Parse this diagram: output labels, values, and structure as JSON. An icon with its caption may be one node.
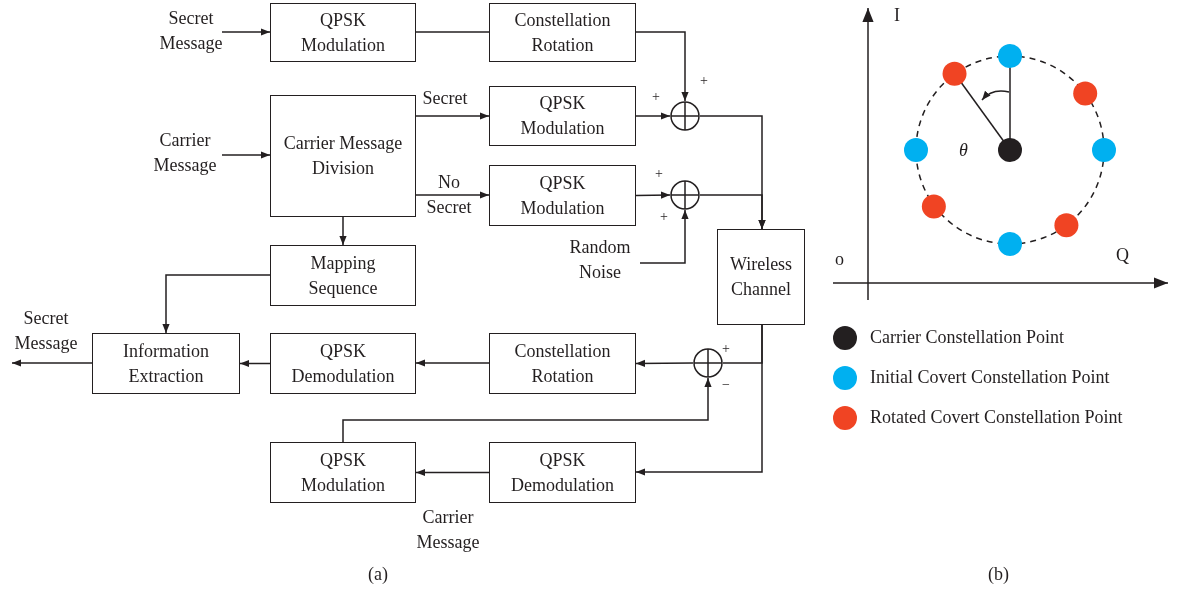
{
  "diagram": {
    "nodes": [
      {
        "text": [
          "Secret Message"
        ]
      },
      {
        "text": [
          "QPSK Modulation"
        ]
      },
      {
        "text": [
          "Constellation Rotation"
        ]
      },
      {
        "text": [
          "Carrier Message"
        ]
      },
      {
        "text": [
          "Carrier Message Division"
        ]
      },
      {
        "text": [
          "QPSK Modulation"
        ]
      },
      {
        "text": [],
        "shape": "circle"
      },
      {
        "text": [
          "QPSK Modulation"
        ]
      },
      {
        "text": [],
        "shape": "circle"
      },
      {
        "text": [
          "Random Noise"
        ]
      },
      {
        "text": [
          "Mapping Sequence"
        ]
      },
      {
        "text": [
          "Wireless Channel"
        ]
      },
      {
        "text": [
          "Secret Message"
        ]
      },
      {
        "text": [
          "Information Extraction"
        ]
      },
      {
        "text": [
          "QPSK Demodulation"
        ]
      },
      {
        "text": [
          "Constellation Rotation"
        ]
      },
      {
        "text": [],
        "shape": "circle"
      },
      {
        "text": [
          "QPSK Modulation"
        ]
      },
      {
        "text": [
          "QPSK Demodulation"
        ]
      }
    ],
    "edges": [
      {
        "from": 0,
        "to": 1,
        "arrow": "to"
      },
      {
        "from": 1,
        "to": 2,
        "arrow": "none"
      },
      {
        "from": 2,
        "to": 6,
        "arrow": "to"
      },
      {
        "from": 3,
        "to": 4,
        "arrow": "to"
      },
      {
        "from": 4,
        "to": 5,
        "arrow": "to",
        "label": "Secret"
      },
      {
        "from": 5,
        "to": 6,
        "arrow": "to"
      },
      {
        "from": 4,
        "to": 7,
        "arrow": "to",
        "label": "No Secret"
      },
      {
        "from": 7,
        "to": 8,
        "arrow": "to"
      },
      {
        "from": 9,
        "to": 8,
        "arrow": "to"
      },
      {
        "from": 6,
        "to": 11,
        "arrow": "to"
      },
      {
        "from": 8,
        "to": 11,
        "arrow": "to"
      },
      {
        "from": 4,
        "to": 10,
        "arrow": "to"
      },
      {
        "from": 10,
        "to": 13,
        "arrow": "to"
      },
      {
        "from": 11,
        "to": 16,
        "arrow": "none"
      },
      {
        "from": 16,
        "to": 15,
        "arrow": "to"
      },
      {
        "from": 15,
        "to": 14,
        "arrow": "to"
      },
      {
        "from": 14,
        "to": 13,
        "arrow": "to"
      },
      {
        "from": 13,
        "to": 12,
        "arrow": "to"
      },
      {
        "from": 11,
        "to": 18,
        "arrow": "to"
      },
      {
        "from": 18,
        "to": 17,
        "arrow": "to",
        "label": "Carrier Message"
      },
      {
        "from": 17,
        "to": 16,
        "arrow": "to"
      }
    ],
    "labels": [
      "+",
      "+",
      "+",
      "+",
      "+",
      "−",
      "(a)",
      "I",
      "o",
      "Q",
      "θ",
      "(b)"
    ],
    "legend": [
      {
        "text": "Carrier Constellation Point",
        "color": "#231f20"
      },
      {
        "text": "Initial Covert Constellation Point",
        "color": "#00b0f0"
      },
      {
        "text": "Rotated Covert Constellation Point",
        "color": "#f04423"
      }
    ]
  }
}
